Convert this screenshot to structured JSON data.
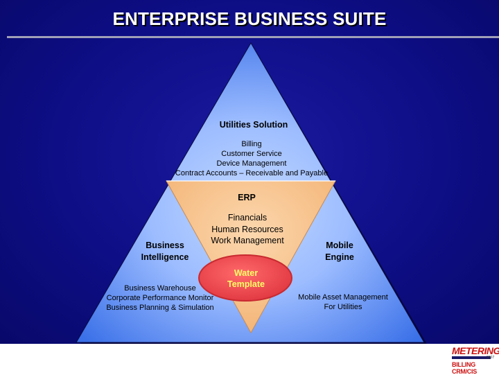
{
  "title": "ENTERPRISE BUSINESS SUITE",
  "colors": {
    "background": "#0e0e86",
    "pyramid_light": "#aec9ff",
    "pyramid_dark": "#3a70e8",
    "erp_fill": "#f8c48e",
    "water_fill": "#f04a52",
    "water_text": "#ffff66"
  },
  "utilities": {
    "heading": "Utilities Solution",
    "items": [
      "Billing",
      "Customer Service",
      "Device Management",
      "Contract Accounts – Receivable and Payable"
    ]
  },
  "erp": {
    "heading": "ERP",
    "items": [
      "Financials",
      "Human Resources",
      "Work Management"
    ]
  },
  "bi": {
    "heading_lines": [
      "Business",
      "Intelligence"
    ],
    "items": [
      "Business Warehouse",
      "Corporate Performance Monitor",
      "Business Planning & Simulation"
    ]
  },
  "mobile": {
    "heading_lines": [
      "Mobile",
      "Engine"
    ],
    "items": [
      "Mobile Asset Management",
      "For Utilities"
    ]
  },
  "water": {
    "lines": [
      "Water",
      "Template"
    ]
  },
  "logo": {
    "icon": "metering-billing-logo",
    "top": "METERING",
    "bottom": "BILLING CRM/CIS",
    "small": "2007"
  }
}
